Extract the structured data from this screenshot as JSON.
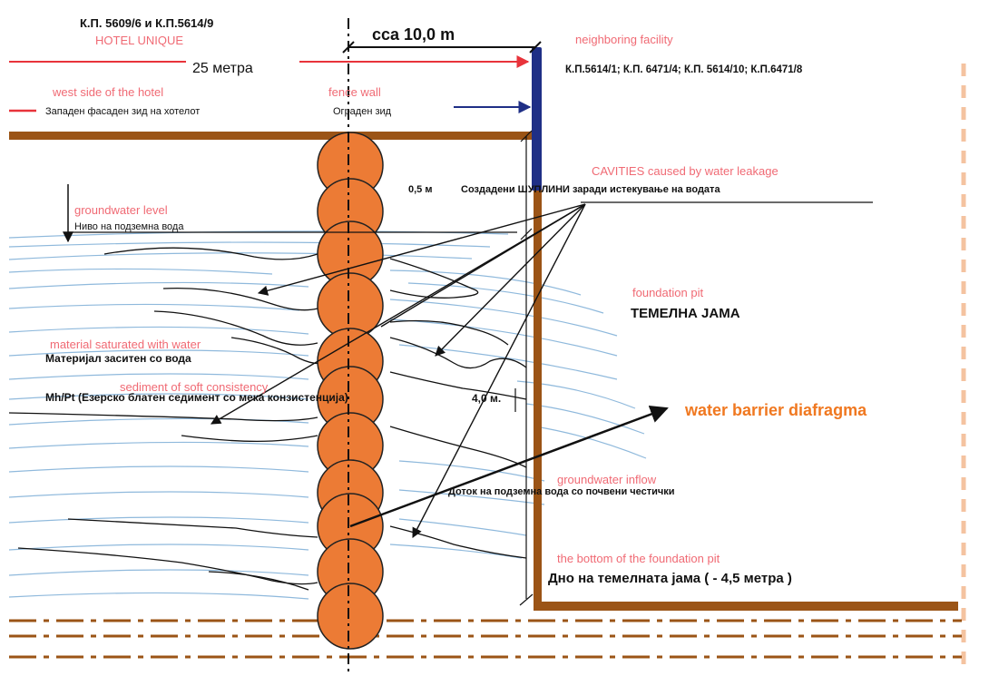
{
  "top_left": {
    "parcels": "К.П. 5609/6 и К.П.5614/9",
    "hotel_name": "HOTEL UNIQUE",
    "distance": "25 метра"
  },
  "top_center": {
    "distance": "cca 10,0 m"
  },
  "top_right": {
    "label_en": "neighboring facility",
    "parcels": "К.П.5614/1; К.П. 6471/4; К.П. 5614/10; К.П.6471/8"
  },
  "west_side": {
    "label_en": "west side of the hotel",
    "label_mk": "Западен фасаден зид на хотелот"
  },
  "fence": {
    "label_en": "fence wall",
    "label_mk": "Ограден зид"
  },
  "cavities": {
    "label_en": "CAVITIES caused by water leakage",
    "depth": "0,5 м",
    "label_mk": "Создадени ШУПЛИНИ заради истекување на водата"
  },
  "groundwater_level": {
    "label_en": "groundwater level",
    "label_mk": "Ниво на подземна вода"
  },
  "foundation_pit": {
    "label_en": "foundation pit",
    "label_mk": "ТЕМЕЛНА ЈАМА"
  },
  "saturated": {
    "label_en": "material saturated with water",
    "label_mk": "Материјал заситен со вода"
  },
  "sediment": {
    "label_en": "sediment of soft consistency",
    "label_mk": "Mh/Pt (Езерско блатен седимент со мека конзистенција)",
    "depth": "4,0 м."
  },
  "water_barrier": {
    "label_en": "water barrier diafragma"
  },
  "inflow": {
    "label_en": "groundwater inflow",
    "label_mk": "Доток на подземна вода со почвени честички"
  },
  "pit_bottom": {
    "label_en": "the bottom of the foundation pit",
    "label_mk": "Дно на темелната јама ( - 4,5 метра )"
  },
  "colors": {
    "pile_fill": "#ec7b35",
    "pile_stroke": "#222222",
    "ground_brown": "#9b5416",
    "fence_blue": "#1f2f86",
    "arrow_red": "#e8333b",
    "label_pink": "#f06a74",
    "barrier_orange": "#f07820",
    "water_blue": "#8fb9dc",
    "right_dash": "#f4c3a0"
  }
}
